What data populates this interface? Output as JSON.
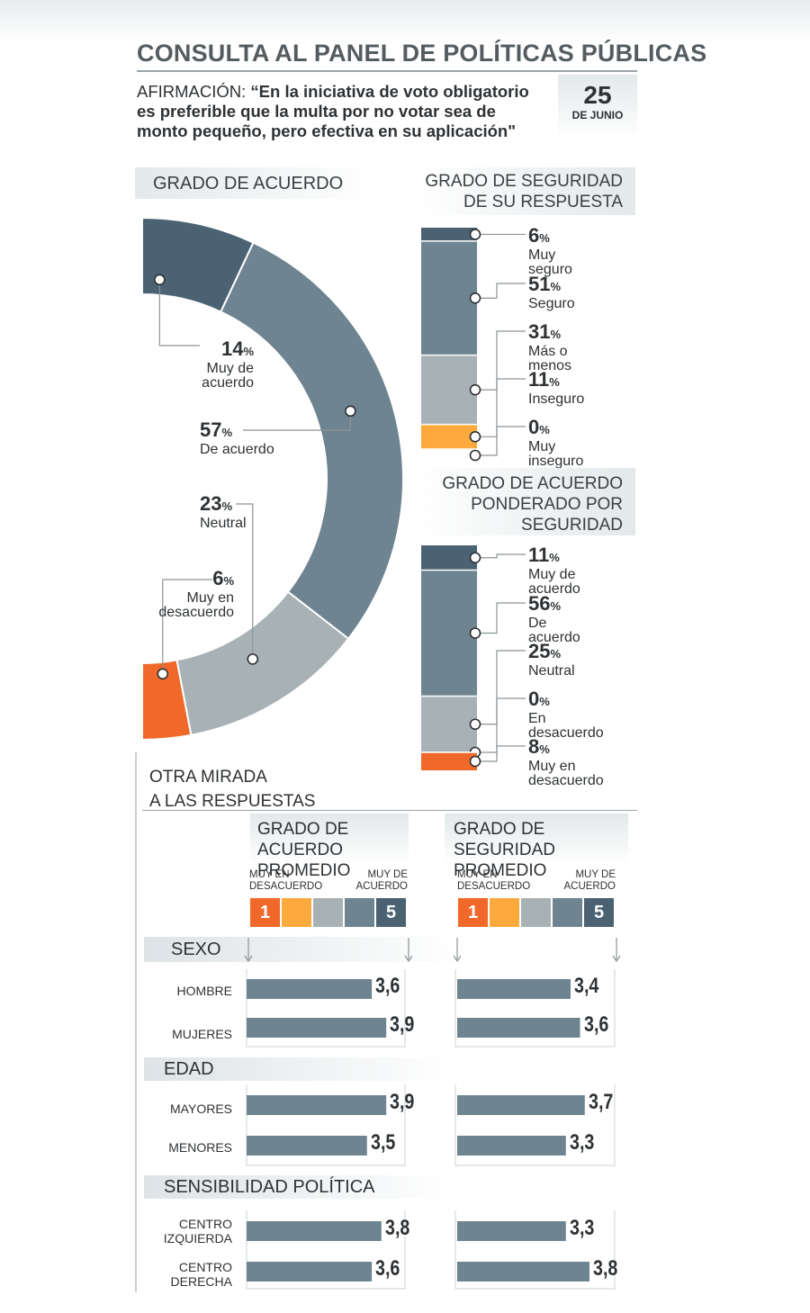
{
  "title": "CONSULTA AL PANEL DE POLÍTICAS PÚBLICAS",
  "statement": {
    "label": "AFIRMACIÓN: ",
    "line1": "“En la iniciativa de voto obligatorio",
    "line2": "es preferible que la multa por no votar sea de",
    "line3": "monto pequeño, pero efectiva en su aplicación\""
  },
  "date": {
    "day": "25",
    "month": "DE JUNIO"
  },
  "colors": {
    "very_agree": "#4a6272",
    "agree": "#6e8491",
    "neutral": "#a8b2b5",
    "disagree": "#fcaa3e",
    "very_disagree": "#f0692a"
  },
  "chart_data": [
    {
      "type": "pie",
      "title": "GRADO DE ACUERDO",
      "variant": "half-donut",
      "categories": [
        "Muy de acuerdo",
        "De acuerdo",
        "Neutral",
        "Muy en desacuerdo"
      ],
      "values": [
        14,
        57,
        23,
        6
      ],
      "labels": [
        {
          "pct": "14",
          "name1": "Muy de",
          "name2": "acuerdo"
        },
        {
          "pct": "57",
          "name1": "De acuerdo",
          "name2": ""
        },
        {
          "pct": "23",
          "name1": "Neutral",
          "name2": ""
        },
        {
          "pct": "6",
          "name1": "Muy en",
          "name2": "desacuerdo"
        }
      ],
      "colors": [
        "#4a6272",
        "#6e8491",
        "#a8b2b5",
        "#f0692a"
      ]
    },
    {
      "type": "bar",
      "title_line1": "GRADO DE SEGURIDAD",
      "title_line2": "DE SU RESPUESTA",
      "stacked": true,
      "categories": [
        "Muy seguro",
        "Seguro",
        "Más o menos",
        "Inseguro",
        "Muy inseguro"
      ],
      "values": [
        6,
        51,
        31,
        11,
        0
      ],
      "pct": [
        "6",
        "51",
        "31",
        "11",
        "0"
      ],
      "colors": [
        "#4a6272",
        "#6e8491",
        "#a8b2b5",
        "#fcaa3e",
        "#f0692a"
      ]
    },
    {
      "type": "bar",
      "title_line1": "GRADO DE ACUERDO",
      "title_line2": "PONDERADO POR",
      "title_line3": "SEGURIDAD",
      "stacked": true,
      "categories": [
        "Muy de acuerdo",
        "De acuerdo",
        "Neutral",
        "En desacuerdo",
        "Muy en desacuerdo"
      ],
      "name_lines": [
        [
          "Muy de acuerdo"
        ],
        [
          "De acuerdo"
        ],
        [
          "Neutral"
        ],
        [
          "En desacuerdo"
        ],
        [
          "Muy en",
          "desacuerdo"
        ]
      ],
      "values": [
        11,
        56,
        25,
        0,
        8
      ],
      "pct": [
        "11",
        "56",
        "25",
        "0",
        "8"
      ],
      "colors": [
        "#4a6272",
        "#6e8491",
        "#a8b2b5",
        "#fcaa3e",
        "#f0692a"
      ]
    },
    {
      "type": "bar",
      "title_line1": "GRADO DE ACUERDO",
      "title_line2": "PROMEDIO",
      "xlim": [
        1,
        5
      ],
      "groups": [
        "SEXO",
        "EDAD",
        "SENSIBILIDAD POLÍTICA"
      ],
      "categories": [
        [
          "HOMBRE"
        ],
        [
          "MUJERES"
        ],
        [
          "MAYORES"
        ],
        [
          "MENORES"
        ],
        [
          "CENTRO",
          "IZQUIERDA"
        ],
        [
          "CENTRO",
          "DERECHA"
        ]
      ],
      "values": [
        3.6,
        3.9,
        3.9,
        3.5,
        3.8,
        3.6
      ],
      "value_labels": [
        "3,6",
        "3,9",
        "3,9",
        "3,5",
        "3,8",
        "3,6"
      ]
    },
    {
      "type": "bar",
      "title_line1": "GRADO DE SEGURIDAD",
      "title_line2": "PROMEDIO",
      "xlim": [
        1,
        5
      ],
      "values": [
        3.4,
        3.6,
        3.7,
        3.3,
        3.3,
        3.8
      ],
      "value_labels": [
        "3,4",
        "3,6",
        "3,7",
        "3,3",
        "3,3",
        "3,8"
      ]
    }
  ],
  "other": {
    "line1": "OTRA MIRADA",
    "line2": "A LAS RESPUESTAS",
    "scale_left1": "MUY EN",
    "scale_left2": "DESACUERDO",
    "scale_right1": "MUY DE",
    "scale_right2": "ACUERDO",
    "scale_min": "1",
    "scale_max": "5"
  }
}
